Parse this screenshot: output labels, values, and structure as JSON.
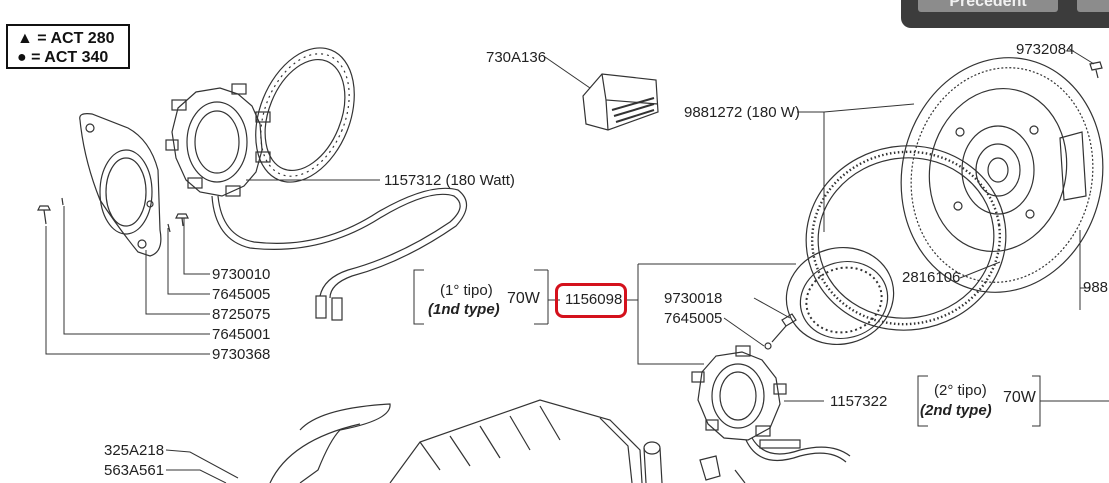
{
  "legend": {
    "act280": "▲ = ACT 280",
    "act340": "● = ACT 340"
  },
  "nav": {
    "prev_label": "Precedent"
  },
  "parts": {
    "p730A136": "730A136",
    "p9732084": "9732084",
    "p9881272": "9881272 (180 W)",
    "p1157312": "1157312 (180 Watt)",
    "p9730010": "9730010",
    "p7645005a": "7645005",
    "p8725075": "8725075",
    "p7645001": "7645001",
    "p9730368": "9730368",
    "p2816106": "2816106",
    "p988": "988",
    "p1156098": "1156098",
    "p9730018": "9730018",
    "p7645005b": "7645005",
    "p1157322": "1157322",
    "p325A218": "325A218",
    "p563A561": "563A561"
  },
  "type1": {
    "tipo": "(1° tipo)",
    "type": "(1nd type)",
    "watt": "70W"
  },
  "type2": {
    "tipo": "(2° tipo)",
    "type": "(2nd type)",
    "watt": "70W"
  },
  "colors": {
    "highlight": "#d4111c",
    "line": "#333333",
    "button_bg": "#3c3c3c"
  }
}
